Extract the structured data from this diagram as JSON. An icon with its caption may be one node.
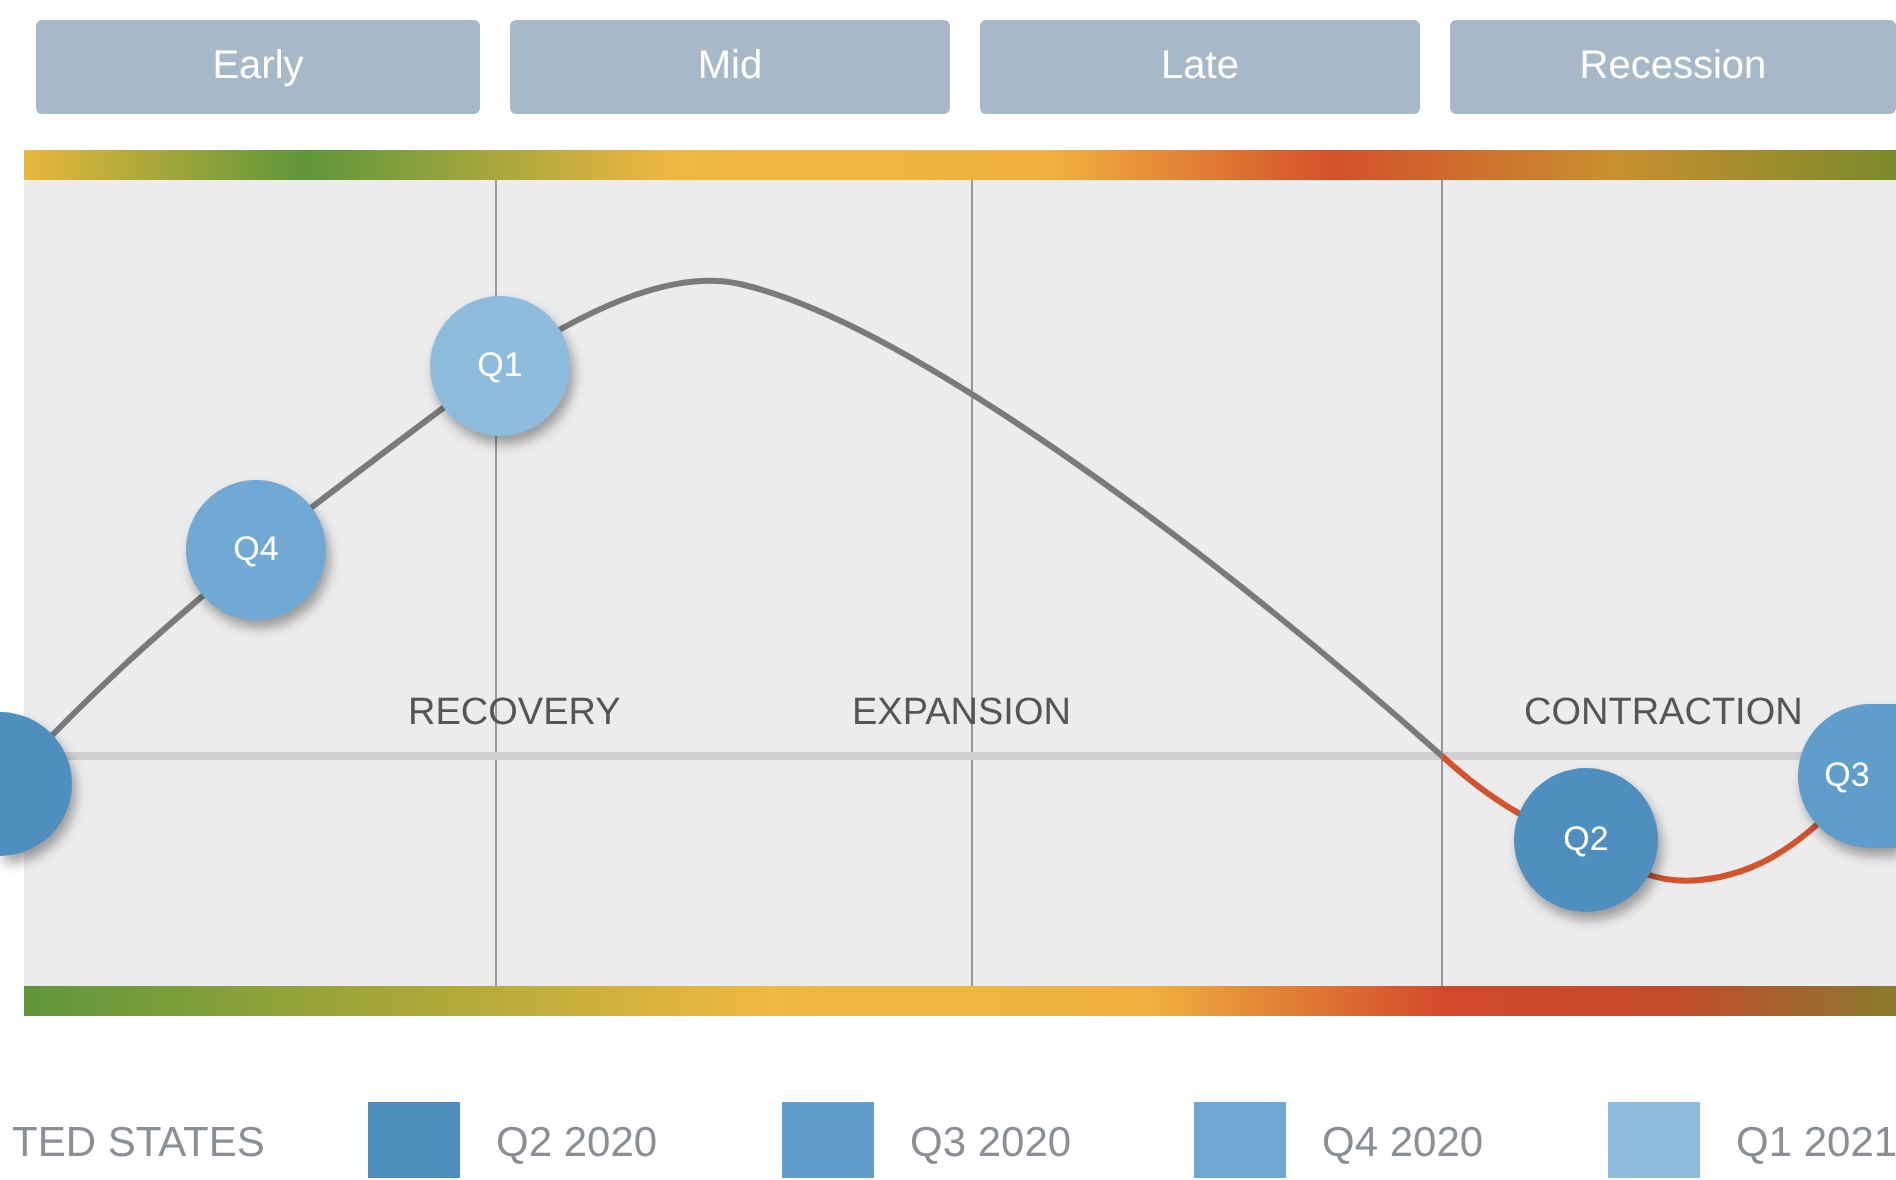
{
  "diagram": {
    "nodes": [
      {
        "text": [
          "Early"
        ]
      },
      {
        "text": [
          "Mid"
        ]
      },
      {
        "text": [
          "Late"
        ]
      },
      {
        "text": [
          "Recession"
        ]
      },
      {
        "text": [],
        "shape": "circle"
      },
      {
        "text": [
          "Q4"
        ]
      },
      {
        "text": [
          "Q1"
        ]
      },
      {
        "text": [
          "Q2"
        ]
      },
      {
        "text": [
          "Q3"
        ]
      }
    ],
    "edges": [],
    "labels": [
      "RECOVERY",
      "EXPANSION",
      "CONTRACTION",
      "TED STATES"
    ],
    "legend": [
      {
        "text": "Q2 2020",
        "color": "#4f8fc0"
      },
      {
        "text": "Q3 2020",
        "color": "#5f9dca"
      },
      {
        "text": "Q4 2020",
        "color": "#70aad4"
      },
      {
        "text": "Q1 2021",
        "color": "#8dbcdd"
      }
    ]
  }
}
